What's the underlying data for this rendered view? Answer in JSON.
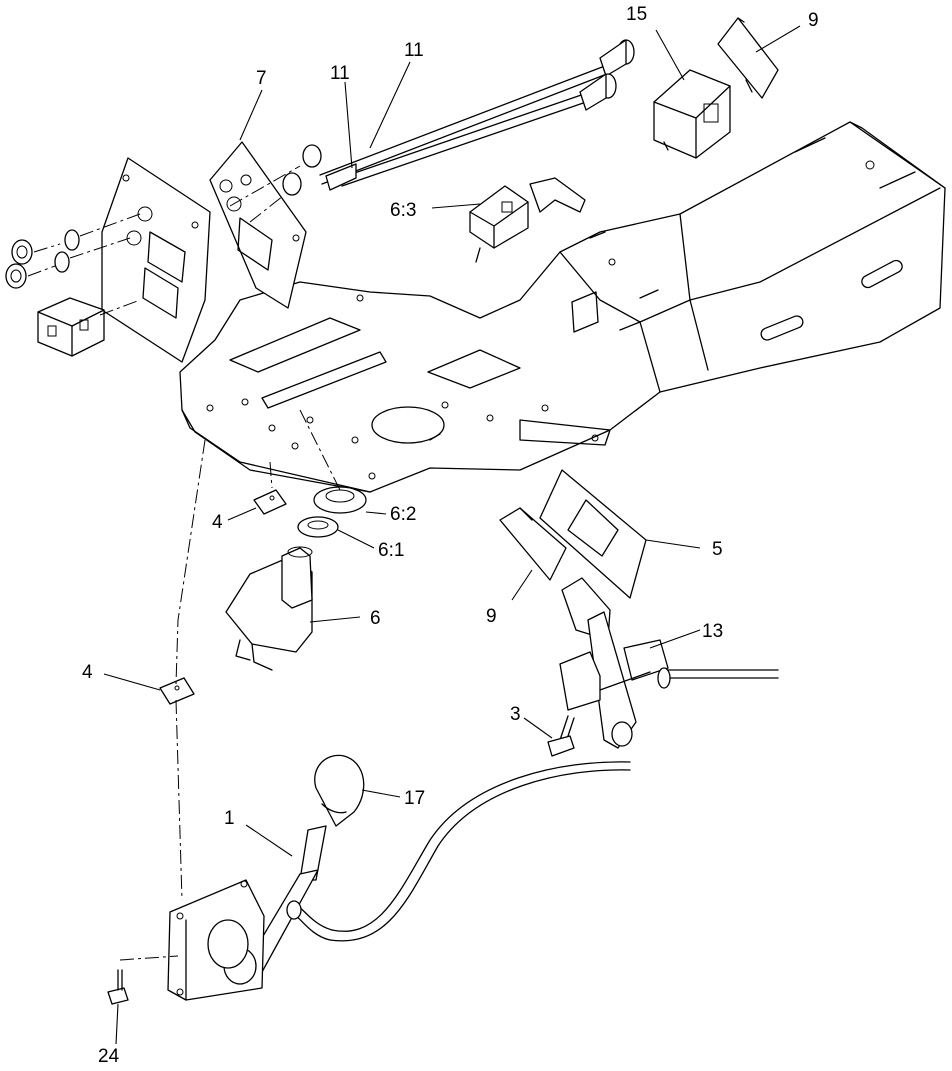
{
  "diagram": {
    "callouts": [
      {
        "id": "c15",
        "label": "15"
      },
      {
        "id": "c9a",
        "label": "9"
      },
      {
        "id": "c11a",
        "label": "11"
      },
      {
        "id": "c11b",
        "label": "11"
      },
      {
        "id": "c7",
        "label": "7"
      },
      {
        "id": "c63",
        "label": "6:3"
      },
      {
        "id": "c4a",
        "label": "4"
      },
      {
        "id": "c62",
        "label": "6:2"
      },
      {
        "id": "c61",
        "label": "6:1"
      },
      {
        "id": "c6",
        "label": "6"
      },
      {
        "id": "c5",
        "label": "5"
      },
      {
        "id": "c9b",
        "label": "9"
      },
      {
        "id": "c13",
        "label": "13"
      },
      {
        "id": "c4b",
        "label": "4"
      },
      {
        "id": "c3",
        "label": "3"
      },
      {
        "id": "c17",
        "label": "17"
      },
      {
        "id": "c1",
        "label": "1"
      },
      {
        "id": "c24",
        "label": "24"
      }
    ]
  }
}
